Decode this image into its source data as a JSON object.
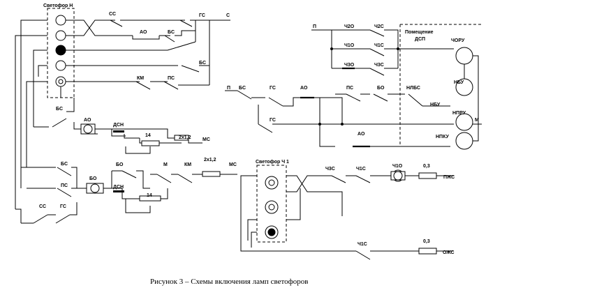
{
  "caption": "Рисунок 3 – Схемы включения ламп светофоров",
  "left": {
    "signal_title": "Светофор Н",
    "top": {
      "cc": "СС",
      "ao": "АО",
      "bc": "БС",
      "gc": "ГС",
      "c": "С",
      "bc2": "БС",
      "km": "КМ",
      "pc": "ПС"
    },
    "mid": {
      "bc": "БС",
      "ao": "АО",
      "dcn": "ДСН",
      "r14": "14",
      "r2x": "2х1,2",
      "mc": "МС"
    },
    "low": {
      "bc": "БС",
      "pc": "ПС",
      "bo": "БО",
      "dcn": "ДСН",
      "bo2": "БО",
      "m": "М",
      "km": "КМ",
      "r2x": "2х1,2",
      "mc": "МС",
      "r14": "14",
      "cc": "СС",
      "gc": "ГС"
    }
  },
  "right": {
    "p": "П",
    "ch2o": "Ч2О",
    "ch2c": "Ч2С",
    "ch1o": "Ч1О",
    "ch1c": "Ч1С",
    "ch3o": "Ч3О",
    "ch3c": "Ч3С",
    "room1": "Помещение",
    "room2": "ДСП",
    "choru": "ЧОРУ",
    "nbu": "НБУ",
    "npru": "НПРУ",
    "npku": "НПКУ",
    "nbu2": "НБУ",
    "p2": "П",
    "bc": "БС",
    "gc": "ГС",
    "ao": "АО",
    "pc": "ПС",
    "bo": "БО",
    "nlbc": "НЛБС",
    "gc2": "ГС",
    "ao2": "АО",
    "m": "М",
    "signal2": "Светофор Ч",
    "one": "1",
    "ch3c2": "Ч3С",
    "ch1c2": "Ч1С",
    "ch1o2": "Ч1О",
    "f1": "0,3",
    "pzhs": "ПЖС",
    "ch1c3": "Ч1С",
    "f2": "0,3",
    "ozhs": "ОЖС"
  }
}
